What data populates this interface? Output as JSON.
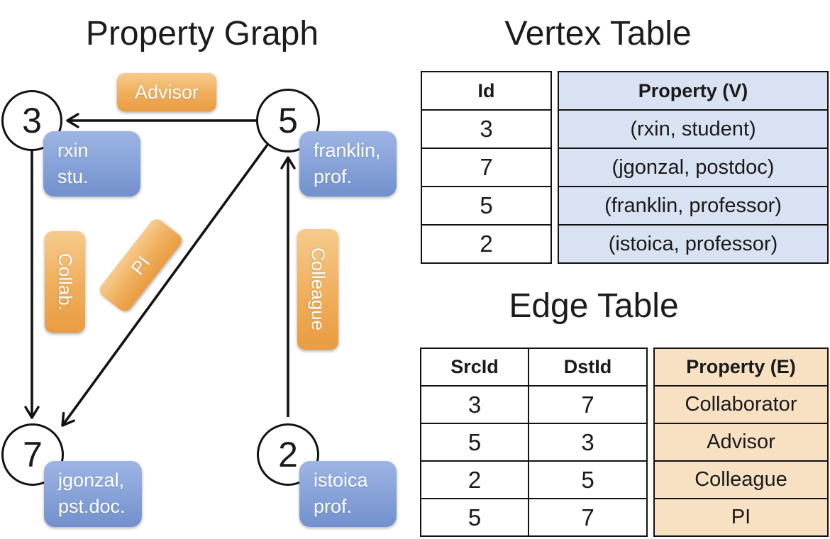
{
  "graph": {
    "title": "Property Graph",
    "nodes": [
      {
        "id": "3"
      },
      {
        "id": "5"
      },
      {
        "id": "7"
      },
      {
        "id": "2"
      }
    ],
    "edges": [
      {
        "src": "5",
        "dst": "3",
        "label": "Advisor"
      },
      {
        "src": "3",
        "dst": "7",
        "label": "Collab."
      },
      {
        "src": "5",
        "dst": "7",
        "label": "PI"
      },
      {
        "src": "2",
        "dst": "5",
        "label": "Colleague"
      }
    ],
    "node_properties": [
      {
        "line1": "rxin",
        "line2": "stu."
      },
      {
        "line1": "franklin,",
        "line2": "prof."
      },
      {
        "line1": "jgonzal,",
        "line2": "pst.doc."
      },
      {
        "line1": "istoica",
        "line2": "prof."
      }
    ]
  },
  "vertex_table": {
    "title": "Vertex Table",
    "headers": {
      "id": "Id",
      "property": "Property (V)"
    },
    "rows": [
      {
        "id": "3",
        "property": "(rxin, student)"
      },
      {
        "id": "7",
        "property": "(jgonzal, postdoc)"
      },
      {
        "id": "5",
        "property": "(franklin, professor)"
      },
      {
        "id": "2",
        "property": "(istoica, professor)"
      }
    ]
  },
  "edge_table": {
    "title": "Edge Table",
    "headers": {
      "src": "SrcId",
      "dst": "DstId",
      "property": "Property (E)"
    },
    "rows": [
      {
        "src": "3",
        "dst": "7",
        "property": "Collaborator"
      },
      {
        "src": "5",
        "dst": "3",
        "property": "Advisor"
      },
      {
        "src": "2",
        "dst": "5",
        "property": "Colleague"
      },
      {
        "src": "5",
        "dst": "7",
        "property": "PI"
      }
    ]
  },
  "colors": {
    "edge_label_orange": "#efae5c",
    "vertex_property_blue": "#8aa5da",
    "vertex_table_property_bg": "#d9e2f3",
    "edge_table_property_bg": "#f8e0c3",
    "line_black": "#121212"
  }
}
